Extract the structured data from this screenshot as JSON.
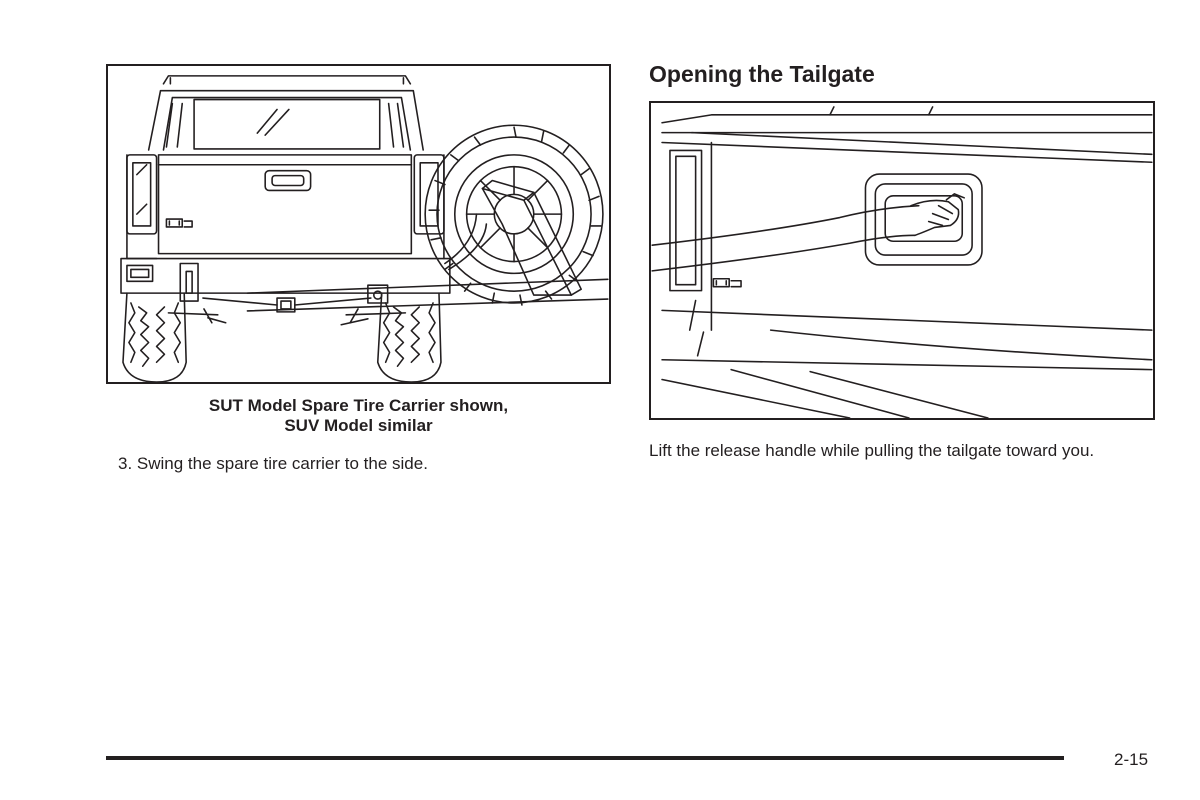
{
  "left_column": {
    "figure_caption_line1": "SUT Model Spare Tire Carrier shown,",
    "figure_caption_line2": "SUV Model similar",
    "step_text": "3. Swing the spare tire carrier to the side."
  },
  "right_column": {
    "section_heading": "Opening the Tailgate",
    "instruction_text": "Lift the release handle while pulling the tailgate toward you."
  },
  "footer": {
    "page_number": "2-15"
  },
  "illustrations": {
    "left_icon": "spare-tire-carrier-illustration",
    "right_icon": "tailgate-release-illustration"
  }
}
